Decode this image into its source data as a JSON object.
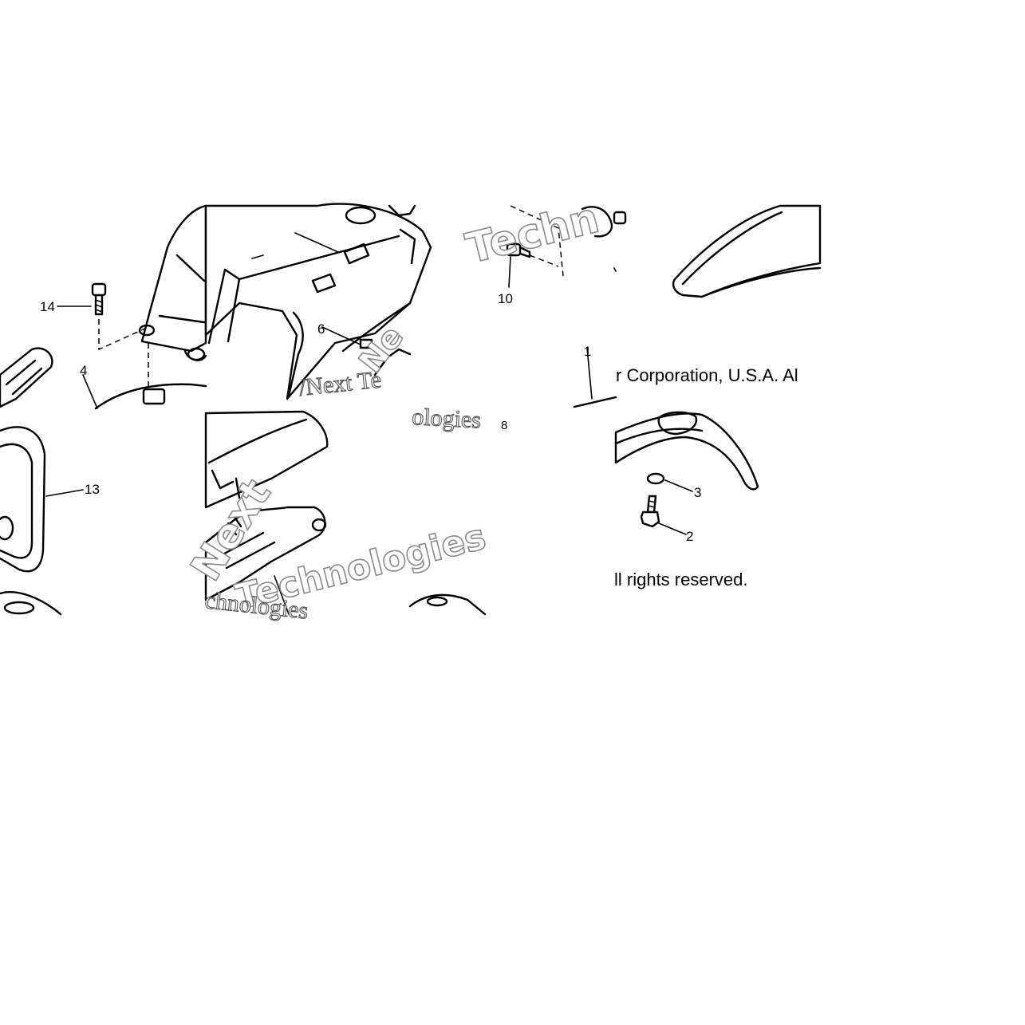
{
  "callouts": {
    "c14": "14",
    "c4": "4",
    "c13": "13",
    "c10": "10",
    "c8": "8",
    "c3": "3",
    "c2": "2",
    "c1": "1"
  },
  "copyright": {
    "line1": "r Corporation, U.S.A. Al",
    "line2": "ll rights reserved."
  },
  "watermarks": {
    "w1": "Techn",
    "w2": "Next",
    "w3": "Technologies",
    "w4": "/Next Te",
    "w5": "ologies",
    "w6": "chnologies",
    "w7": "Ne"
  }
}
